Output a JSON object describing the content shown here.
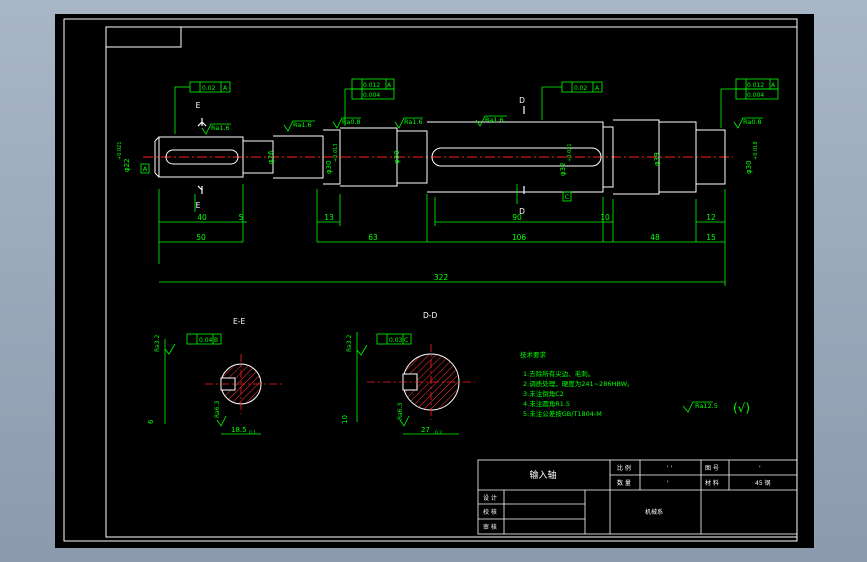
{
  "drawing": {
    "title_block": {
      "part_name": "输入轴",
      "scale_label": "比 例",
      "scale_value": "' '",
      "qty_label": "数 量",
      "qty_value": "'",
      "sheet_label": "图 号",
      "sheet_value": "'",
      "material_label": "材 料",
      "material_value": "45 钢",
      "design_label": "设 计",
      "check_label": "校 核",
      "approve_label": "审 核",
      "org_text": "机械系"
    },
    "tech_req": {
      "title": "技术要求",
      "items": [
        "1.去除所有尖边、毛刺。",
        "2.调质处理，硬度为241~286HBW。",
        "3.未注倒角C2",
        "4.未注圆角R1.5",
        "5.未注公差按GB/T1804-M"
      ],
      "other_roughness": "Ra12.5",
      "other_mark": "(√)"
    },
    "dims": {
      "d40": "40",
      "d5": "5",
      "d50": "50",
      "d13": "13",
      "d63": "63",
      "d90": "90",
      "d10": "10",
      "d106": "106",
      "d48": "48",
      "d12": "12",
      "d15": "15",
      "d322": "322"
    },
    "diameters": {
      "phi22": "φ22",
      "phi26": "φ26",
      "phi30a": "φ30",
      "phi30b": "φ30",
      "phi32": "φ32",
      "phi39": "φ39",
      "phi30c": "φ30"
    },
    "tolerances": {
      "t1": "+0.021",
      "t2": "+0.013",
      "t3": "+0.021",
      "t4": "+0.018"
    },
    "roughness": {
      "r1": "Ra1.6",
      "r2": "Ra1.6",
      "r3": "Ra0.8",
      "r4": "Ra1.6",
      "r5": "Ra1.6",
      "r6": "Ra0.8",
      "r7": "Ra3.2",
      "r8": "Ra6.3",
      "r9": "Ra3.2",
      "r10": "Ra6.3"
    },
    "gdt": {
      "g1a": "0.02",
      "g1b": "A",
      "g2a": "0.012",
      "g2b": "A",
      "g3a": "0.004",
      "g4a": "0.02",
      "g4b": "A",
      "g5a": "0.012",
      "g5b": "A",
      "g6a": "0.004",
      "g7a": "0.04",
      "g7b": "B",
      "g8a": "0.03",
      "g8b": "C"
    },
    "datums": {
      "a": "A",
      "c": "C"
    },
    "section_marks": {
      "e_top": "E",
      "e_bottom": "E",
      "d_top": "D",
      "d_bottom": "D"
    },
    "sections": {
      "ee": {
        "title": "E-E",
        "width": "6",
        "depth": "18.5",
        "depth_tol": "0.1"
      },
      "dd": {
        "title": "D-D",
        "width": "10",
        "depth": "27",
        "depth_tol": "0.2"
      }
    }
  }
}
